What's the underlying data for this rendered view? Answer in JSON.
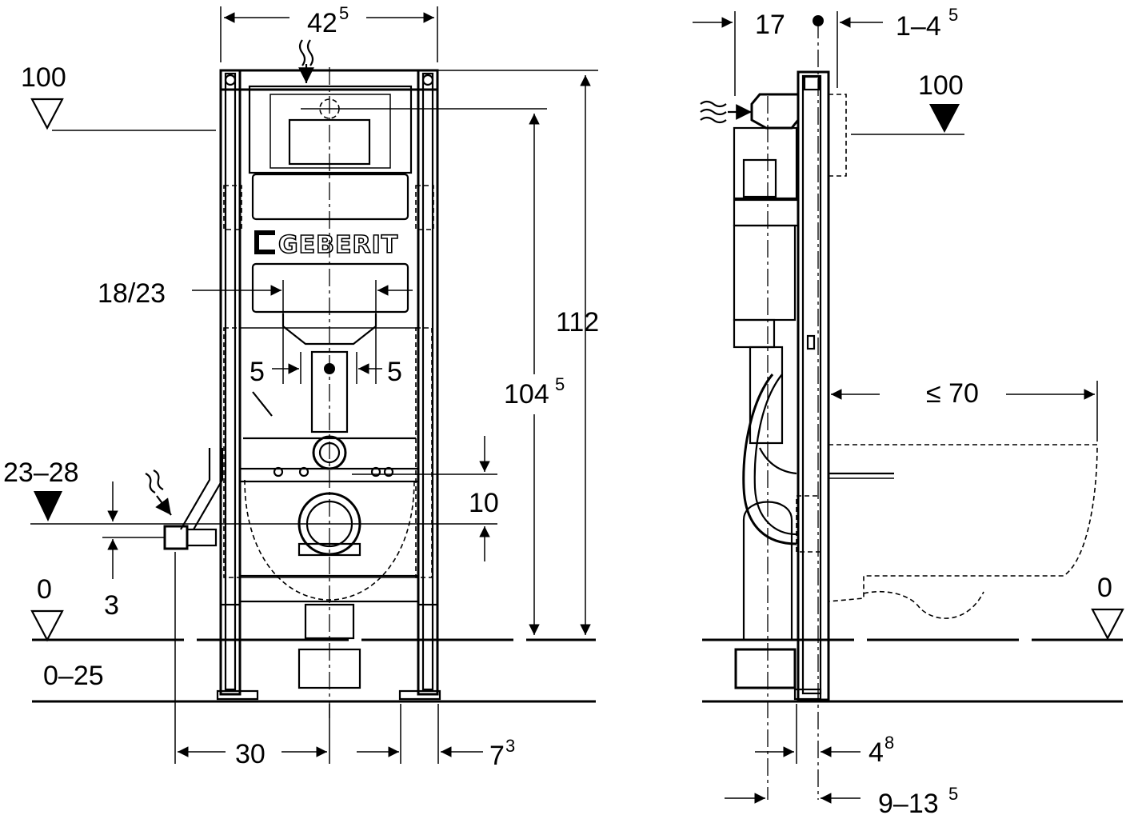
{
  "front_view": {
    "brand_logo": "GEBERIT",
    "dims": {
      "width_main": "42",
      "width_sup": "5",
      "level_top": "100",
      "height_total": "112",
      "height_frame_main": "104",
      "height_frame_sup": "5",
      "slots": "18/23",
      "offset_left": "5",
      "offset_right": "5",
      "supply_height": "23–28",
      "supply_offset": "3",
      "drain_height": "10",
      "floor_level": "0",
      "floor_adjust": "0–25",
      "supply_lateral": "30",
      "foot_main": "7",
      "foot_sup": "3"
    }
  },
  "side_view": {
    "dims": {
      "depth_top": "17",
      "wall_gap_main": "1–4",
      "wall_gap_sup": "5",
      "level_top": "100",
      "projection": "≤ 70",
      "floor_level": "0",
      "frame_depth_main": "4",
      "frame_depth_sup": "8",
      "wall_depth_main": "9–13",
      "wall_depth_sup": "5"
    }
  }
}
